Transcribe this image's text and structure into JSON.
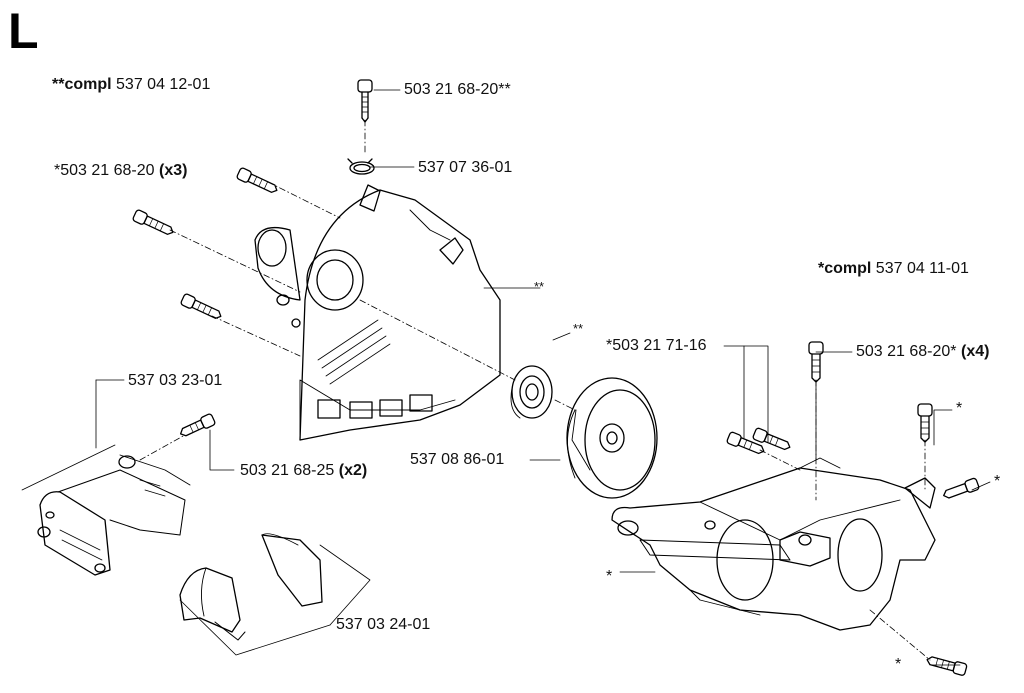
{
  "section_letter": "L",
  "labels": {
    "compl_a_prefix": "**compl",
    "compl_a_number": "537 04 12-01",
    "compl_b_prefix": "*compl",
    "compl_b_number": "537 04 11-01",
    "screw_top": "503 21 68-20**",
    "circlip": "537 07 36-01",
    "screws_left_number": "*503 21 68-20",
    "screws_left_qty": "(x3)",
    "housing_star": "**",
    "bearing_star": "**",
    "screws_mid_number": "*503 21 71-16",
    "screws_right_number": "503 21 68-20*",
    "screws_right_qty": "(x4)",
    "bracket_top": "537 03 23-01",
    "bracket_screw_number": "503 21 68-25",
    "bracket_screw_qty": "(x2)",
    "pulley": "537 08 86-01",
    "bushings": "537 03 24-01",
    "star_right_screw": "*",
    "star_right_bolt": "*",
    "star_crankcase": "*",
    "star_bottom_bolt": "*"
  }
}
